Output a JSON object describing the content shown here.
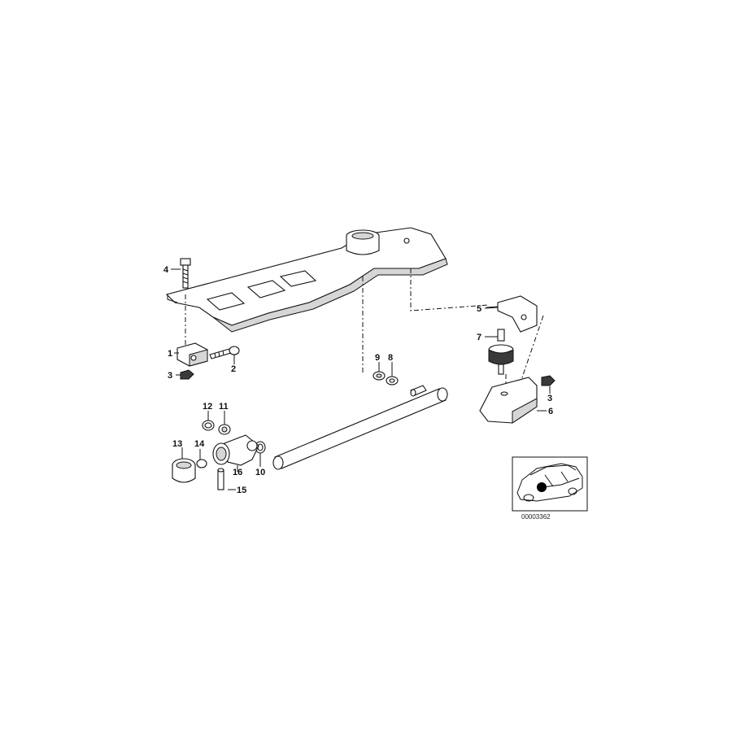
{
  "callouts": {
    "c1": "1",
    "c2": "2",
    "c3a": "3",
    "c3b": "3",
    "c4": "4",
    "c5": "5",
    "c6": "6",
    "c7": "7",
    "c8": "8",
    "c9": "9",
    "c10": "10",
    "c11": "11",
    "c12": "12",
    "c13": "13",
    "c14": "14",
    "c15": "15",
    "c16": "16"
  },
  "reference_number": "00003362",
  "colors": {
    "ink": "#111111",
    "background": "#ffffff",
    "shade": "#d6d6d6"
  }
}
